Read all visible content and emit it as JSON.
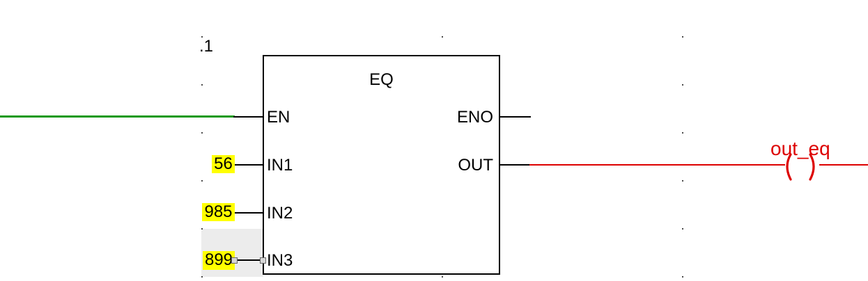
{
  "editor": {
    "network_label": ".1",
    "block": {
      "title": "EQ",
      "inputs": [
        {
          "pin": "EN"
        },
        {
          "pin": "IN1",
          "value": "56"
        },
        {
          "pin": "IN2",
          "value": "985"
        },
        {
          "pin": "IN3",
          "value": "899"
        }
      ],
      "outputs": [
        {
          "pin": "ENO"
        },
        {
          "pin": "OUT"
        }
      ]
    },
    "coil": {
      "label": "out_eq"
    },
    "colors": {
      "powered_wire": "#119911",
      "output_wire": "#DD0000",
      "operand_highlight": "#FFFF00",
      "selection_fill": "#ECECEC"
    }
  }
}
